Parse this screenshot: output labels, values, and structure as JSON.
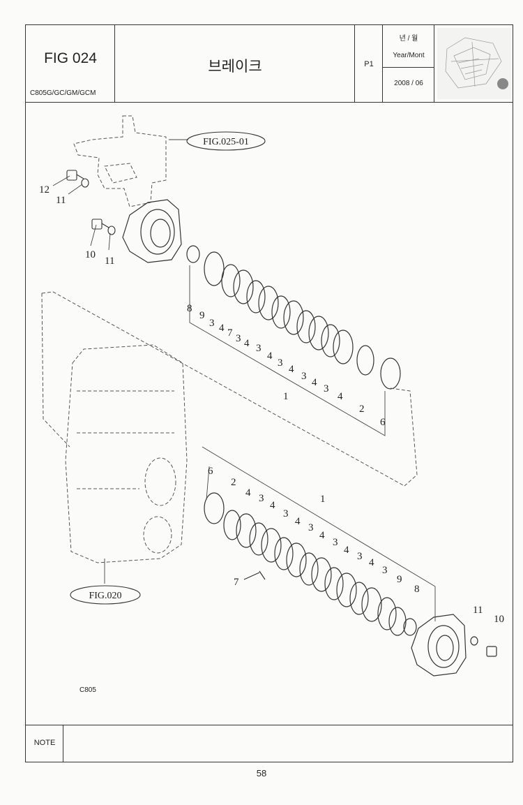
{
  "header": {
    "fig_no": "FIG 024",
    "model": "C805G/GC/GM/GCM",
    "title": "브레이크",
    "page": "P1",
    "ym_korean": "년 / 월",
    "ym_english": "Year/Mont",
    "date": "2008 / 06"
  },
  "refs": {
    "upper": "FIG.025-01",
    "lower": "FIG.020"
  },
  "upper_callouts": [
    "12",
    "11",
    "10",
    "11",
    "8",
    "9",
    "3",
    "4",
    "7",
    "3",
    "4",
    "3",
    "4",
    "3",
    "4",
    "3",
    "4",
    "3",
    "4",
    "1",
    "2",
    "6"
  ],
  "lower_callouts": [
    "6",
    "2",
    "4",
    "3",
    "4",
    "3",
    "4",
    "3",
    "4",
    "3",
    "4",
    "3",
    "4",
    "3",
    "9",
    "8",
    "1",
    "7",
    "11",
    "10"
  ],
  "drawing_code": "C805",
  "note_label": "NOTE",
  "page_number": "58"
}
